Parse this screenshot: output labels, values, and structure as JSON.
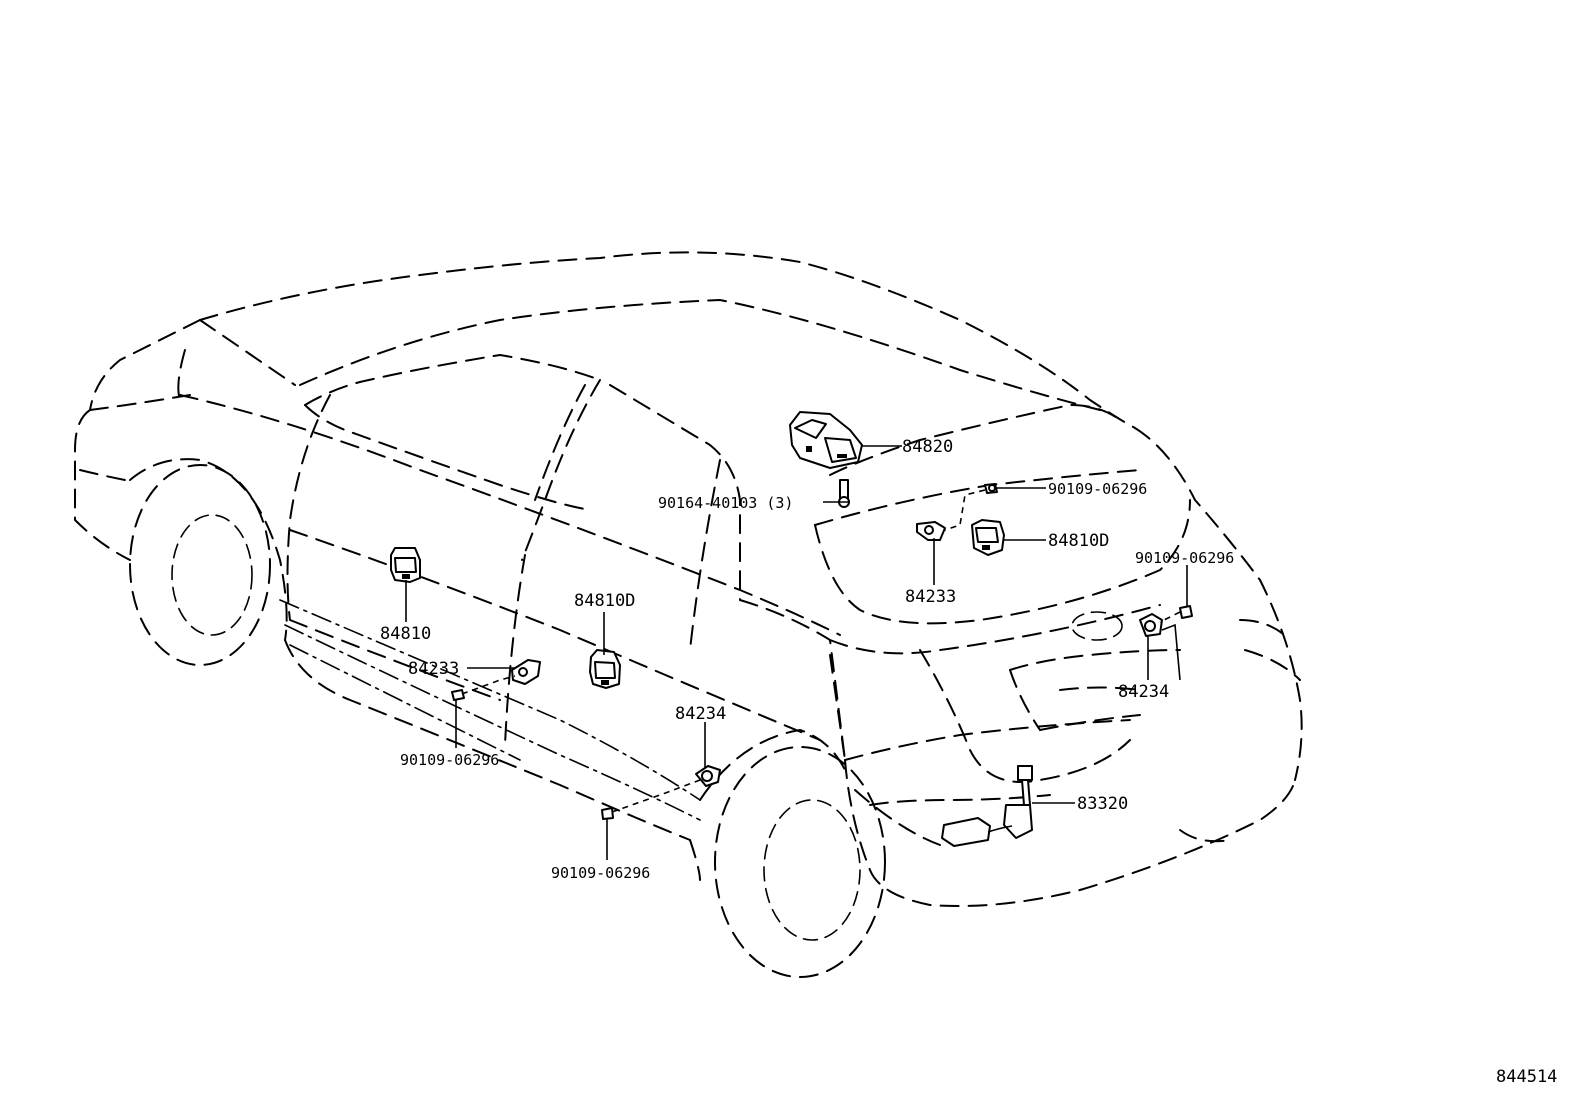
{
  "diagram_id": "844514",
  "callouts": {
    "switch_main": "84820",
    "switch_rear_right": "84810D",
    "switch_front_left": "84810",
    "switch_rear_left": "84810D",
    "screw_main_switch": "90164-40103 (3)",
    "screw_rear_right_upper": "90109-06296",
    "screw_rear_right_lower": "90109-06296",
    "screw_front_left": "90109-06296",
    "screw_rear_left": "90109-06296",
    "courtesy_lamp_switch_rear_right": "84233",
    "courtesy_lamp_switch_front_left": "84233",
    "courtesy_lamp_switch_rear_left": "84234",
    "courtesy_lamp_switch_back_door": "84234",
    "back_door_opener": "83320"
  }
}
